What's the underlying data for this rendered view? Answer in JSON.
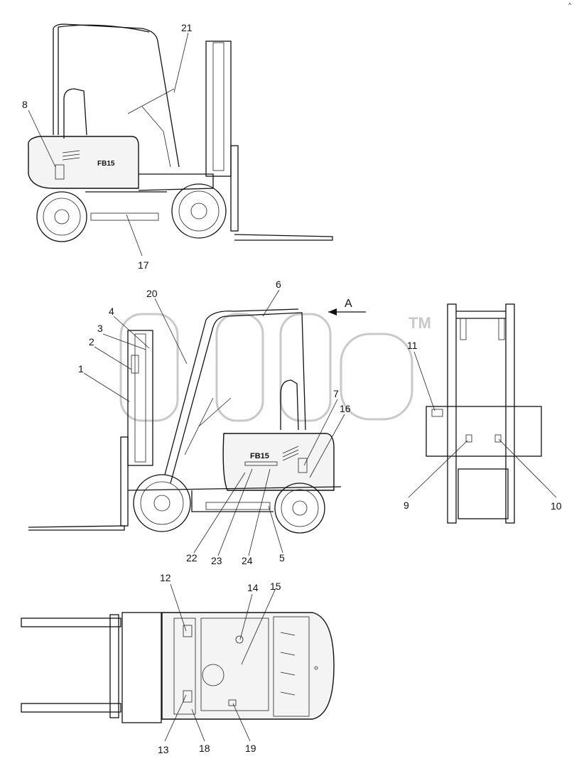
{
  "corner_mark": "^",
  "watermark_tm": "TM",
  "view_arrow": "A",
  "model_badge": "FB15",
  "callouts": [
    "1",
    "2",
    "3",
    "4",
    "5",
    "6",
    "7",
    "8",
    "9",
    "10",
    "11",
    "12",
    "13",
    "14",
    "15",
    "16",
    "17",
    "18",
    "19",
    "20",
    "21",
    "22",
    "23",
    "24"
  ]
}
